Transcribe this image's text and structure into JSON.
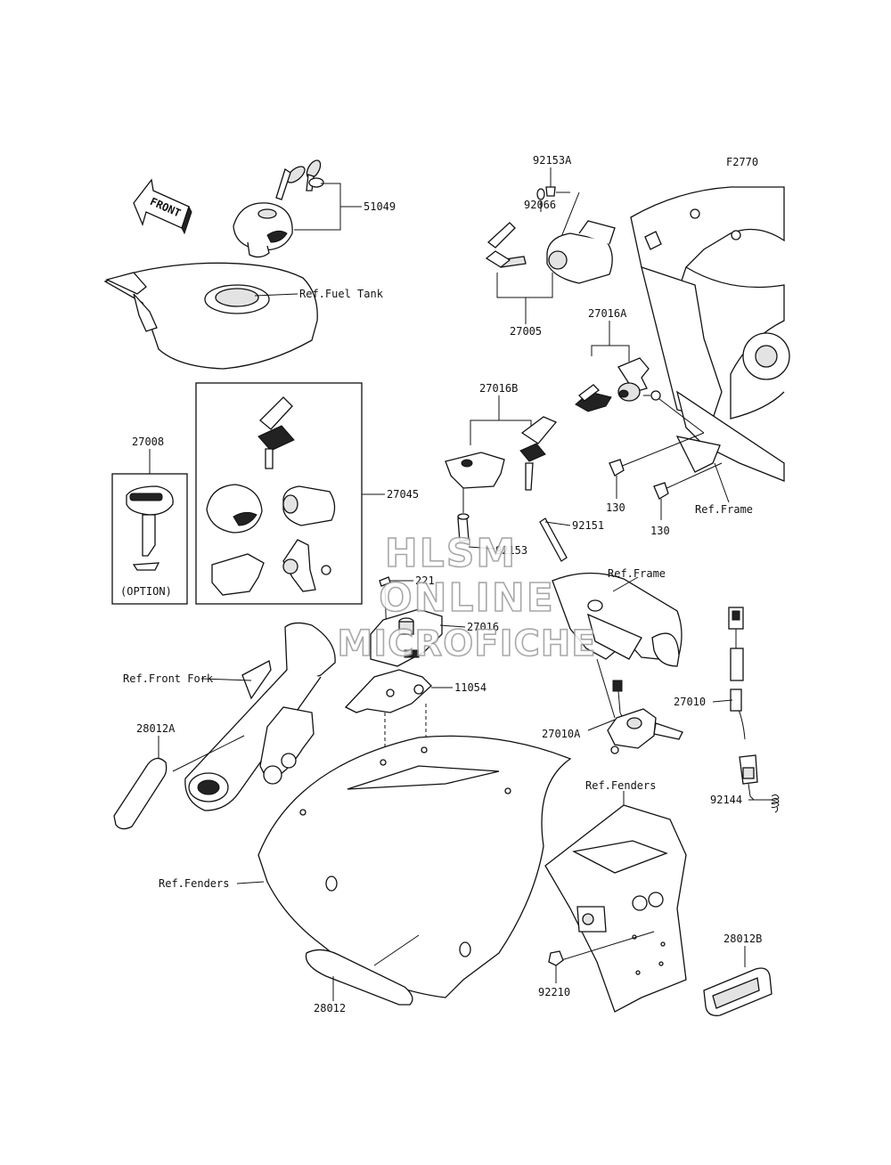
{
  "figure_code": "F2770",
  "front_arrow_text": "FRONT",
  "option_text": "(OPTION)",
  "watermark": {
    "line1": "HLSM",
    "line2": "ONLINE",
    "line3": "MICROFICHE"
  },
  "labels": {
    "p51049": "51049",
    "fuel_tank": "Ref.Fuel Tank",
    "p92153a": "92153A",
    "p92066": "92066",
    "p27005": "27005",
    "p27016a": "27016A",
    "p27016b": "27016B",
    "p27008": "27008",
    "p27045": "27045",
    "p130a": "130",
    "p130b": "130",
    "frame1": "Ref.Frame",
    "p92151": "92151",
    "p92153": "92153",
    "frame2": "Ref.Frame",
    "p221": "221",
    "p27016": "27016",
    "front_fork": "Ref.Front Fork",
    "p11054": "11054",
    "p28012a": "28012A",
    "p27010": "27010",
    "p27010a": "27010A",
    "fenders_right": "Ref.Fenders",
    "p92144": "92144",
    "fenders_left": "Ref.Fenders",
    "p28012b": "28012B",
    "p92210": "92210",
    "p28012": "28012"
  }
}
